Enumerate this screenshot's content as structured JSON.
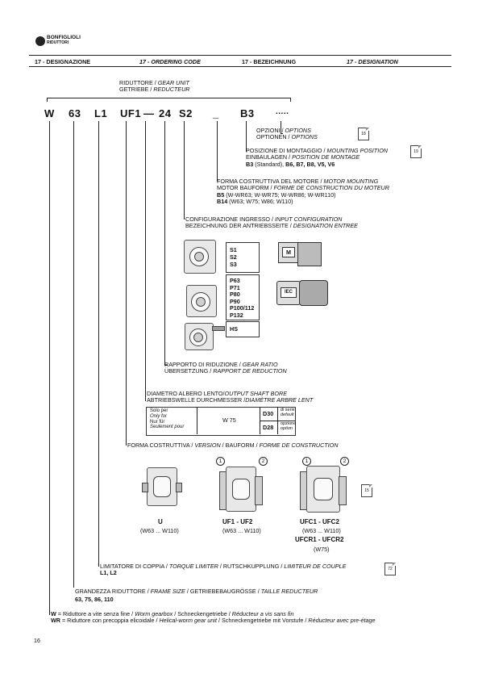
{
  "brand": {
    "line1": "BONFIGLIOLI",
    "line2": "RIDUTTORI"
  },
  "header": {
    "h1": "17 - DESIGNAZIONE",
    "h2": "17 - ORDERING CODE",
    "h3": "17 - BEZEICHNUNG",
    "h4": "17 - DESIGNATION"
  },
  "gear_unit": {
    "l1": "RIDUTTORE / ",
    "l1i": "GEAR UNIT",
    "l2": "GETRIEBE / ",
    "l2i": "REDUCTEUR"
  },
  "code": {
    "c1": "W",
    "c2": "63",
    "c3": "L1",
    "c4": "UF1",
    "c5": "—",
    "c6": "24",
    "c7": "S2",
    "c8": "_",
    "c9": "B3",
    "c10": "....."
  },
  "options": {
    "l1": "OPZIONI / ",
    "l1i": "OPTIONS",
    "l2": "OPTIONEN  / ",
    "l2i": "OPTIONS",
    "page": "18"
  },
  "mounting": {
    "l1": "POSIZIONE DI MONTAGGIO / ",
    "l1i": "MOUNTING POSITION",
    "l2": "EINBAULAGEN / ",
    "l2i": "POSITION DE MONTAGE",
    "l3b": "B3",
    "l3": " (Standard),  ",
    "l3b2": "B6, B7, B8,  V5, V6",
    "page": "19"
  },
  "motor_mount": {
    "l1": "FORMA COSTRUTTIVA DEL MOTORE / ",
    "l1i": "MOTOR MOUNTING",
    "l2": "MOTOR BAUFORM / ",
    "l2i": "FORME DE CONSTRUCTION DU MOTEUR",
    "l3b": "B5",
    "l3": "   (W-WR63; W-WR75; W-WR86; W-WR110)",
    "l4b": "B14",
    "l4": " (W63; W75; W86; W110)"
  },
  "input": {
    "l1": "CONFIGURAZIONE INGRESSO / ",
    "l1i": "INPUT CONFIGURATION",
    "l2": "BEZEICHNUNG DER ANTRIEBSSEITE / ",
    "l2i": "DESIGNATION ENTREE",
    "s": [
      "S1",
      "S2",
      "S3"
    ],
    "p": [
      "P63",
      "P71",
      "P80",
      "P90",
      "P100/112",
      "P132"
    ],
    "hs": "HS",
    "m": "M",
    "iec": "IEC"
  },
  "ratio": {
    "l1": "RAPPORTO DI RIDUZIONE / ",
    "l1i": "GEAR RATIO",
    "l2": "ÜBERSETZUNG / ",
    "l2i": "RAPPORT DE REDUCTION"
  },
  "shaft": {
    "l1": "DIAMETRO ALBERO LENTO/",
    "l1i": "OUTPUT SHAFT BORE",
    "l2": "ABTRIEBSWELLE DURCHMESSER /",
    "l2i": "DIAMÈTRE ARBRE LENT",
    "solo": [
      "Solo per",
      "Only for",
      "Nur für",
      "Seulement pour"
    ],
    "w75": "W 75",
    "d30": "D30",
    "d30a": "di serie",
    "d30b": "default",
    "d28": "D28",
    "d28a": "opzione",
    "d28b": "option"
  },
  "version": {
    "l1": "FORMA COSTRUTTIVA / ",
    "l1i": "VERSION",
    "l1b": " / BAUFORM / ",
    "l1i2": "FORME DE CONSTRUCTION",
    "u": "U",
    "u_sub": "(W63 ... W110)",
    "uf": "UF1 - UF2",
    "uf_sub": "(W63 ... W110)",
    "ufc": "UFC1 - UFC2",
    "ufc_sub": "(W63 ... W110)",
    "ufcr": "UFCR1 - UFCR2",
    "ufcr_sub": "(W75)",
    "n1": "1",
    "n2": "2",
    "page": "15"
  },
  "torque": {
    "l1": "LIMITATORE DI COPPIA / ",
    "l1i": "TORQUE LIMITER",
    "l1b": " / RUTSCHKUPPLUNG / ",
    "l1i2": "LIMITEUR DE COUPLE",
    "l2": "L1, L2",
    "page": "72"
  },
  "frame": {
    "l1": "GRANDEZZA RIDUTTORE / ",
    "l1i": "FRAME SIZE",
    "l1b": " / GETRIEBEBAUGRÖSSE / ",
    "l1i2": "TAILLE  REDUCTEUR",
    "l2": "63, 75, 86, 110"
  },
  "legend": {
    "w": "W",
    "w_eq": " = Riduttore a vite senza fine / ",
    "w_i": "Worm gearbox",
    "w_m": " / Schneckengetriebe / ",
    "w_i2": "Réducteur a vis sans fin",
    "wr": "WR",
    "wr_eq": " = Riduttore con precoppia elicoidale / ",
    "wr_i": "Helical-worm gear unit",
    "wr_m": " / Schneckengetriebe mit Vorstufe / ",
    "wr_i2": "Réducteur avec pre-étage"
  },
  "page_number": "16"
}
